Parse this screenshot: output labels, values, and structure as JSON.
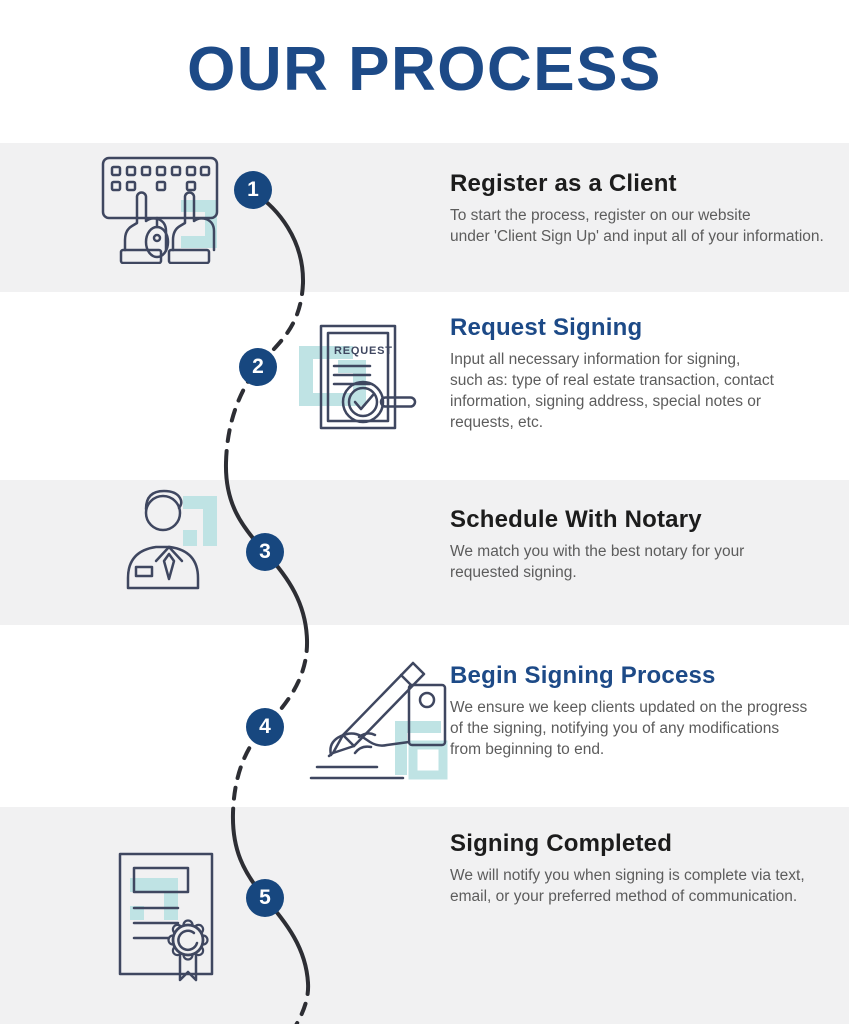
{
  "title": "OUR PROCESS",
  "colors": {
    "title_navy": "#1d4a87",
    "badge_navy": "#17477f",
    "icon_stroke": "#3f4760",
    "teal_accent": "#bfe3e4",
    "band_gray": "#f1f1f2",
    "heading_dark": "#1c1c1c",
    "body_text": "#5c5c5c",
    "path_line": "#2d2e34"
  },
  "steps": [
    {
      "number": "1",
      "icon": "keyboard-hands-icon",
      "title": "Register as a Client",
      "description": "To start the process, register on our website\nunder 'Client Sign Up' and input all of your information."
    },
    {
      "number": "2",
      "icon": "request-document-icon",
      "icon_label": "REQUEST",
      "title": "Request Signing",
      "description": "Input all necessary information for signing,\nsuch as: type of real estate transaction, contact\ninformation, signing address, special notes or\nrequests, etc."
    },
    {
      "number": "3",
      "icon": "notary-person-icon",
      "title": "Schedule With Notary",
      "description": "We match you with the best notary for your\nrequested signing."
    },
    {
      "number": "4",
      "icon": "signing-pen-icon",
      "title": "Begin Signing Process",
      "description": "We ensure we keep clients updated on the progress\nof the signing, notifying you of any modifications\nfrom beginning to end."
    },
    {
      "number": "5",
      "icon": "certificate-seal-icon",
      "title": "Signing Completed",
      "description": "We will notify you when signing is complete via text,\nemail, or your preferred method of communication."
    }
  ]
}
